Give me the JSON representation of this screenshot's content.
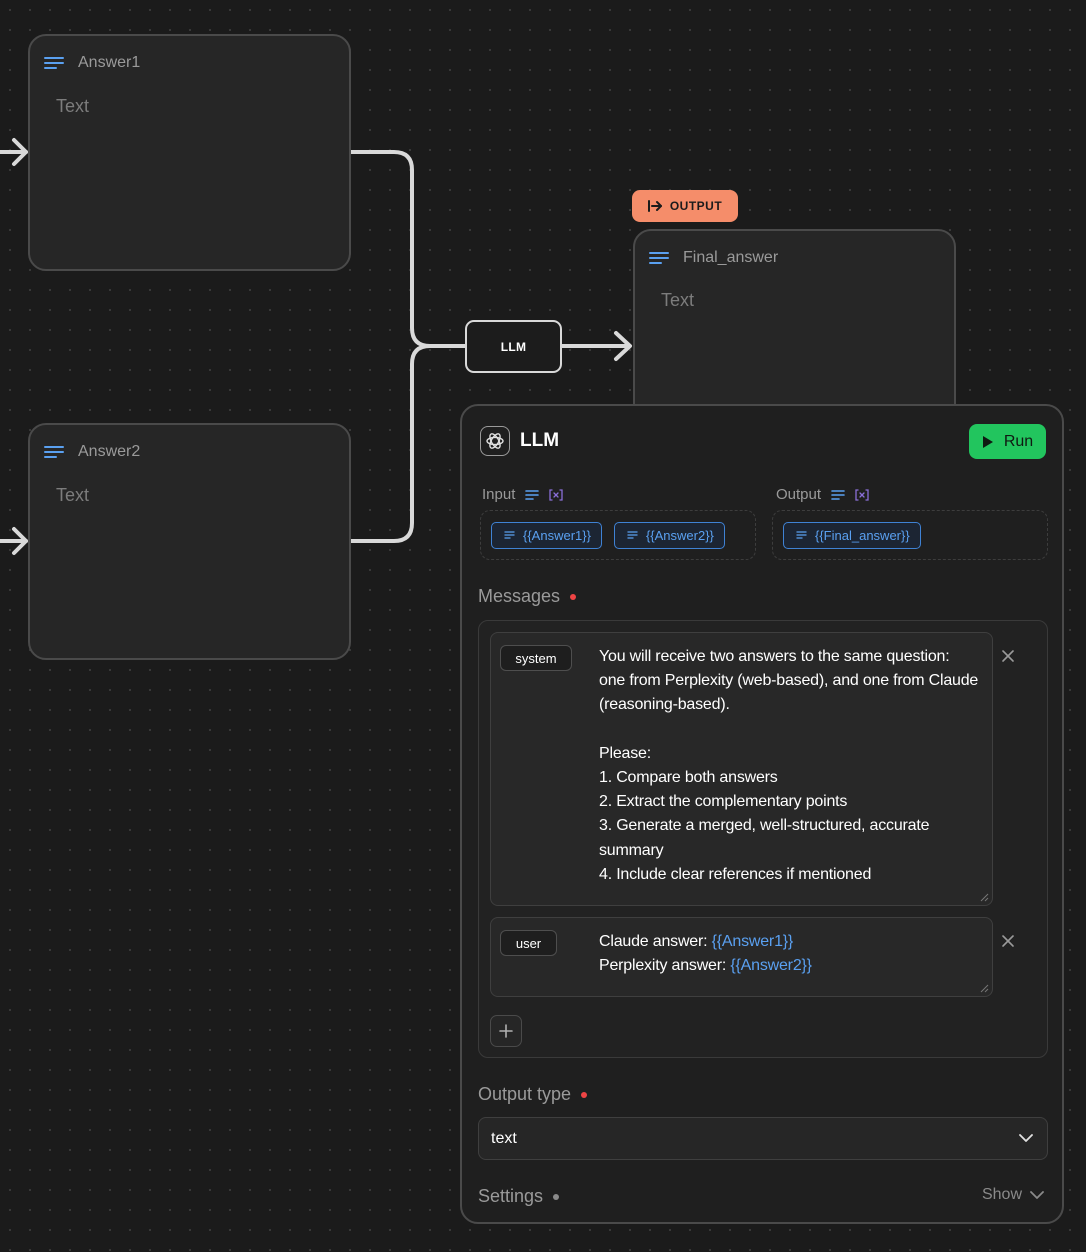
{
  "canvas": {
    "nodes": [
      {
        "id": "answer1",
        "title": "Answer1",
        "placeholder": "Text"
      },
      {
        "id": "answer2",
        "title": "Answer2",
        "placeholder": "Text"
      },
      {
        "id": "final_answer",
        "title": "Final_answer",
        "placeholder": "Text"
      }
    ],
    "llm_chip": "LLM",
    "output_badge": "OUTPUT"
  },
  "panel": {
    "title": "LLM",
    "run_label": "Run",
    "input_label": "Input",
    "output_label": "Output",
    "inputs": [
      "{{Answer1}}",
      "{{Answer2}}"
    ],
    "outputs": [
      "{{Final_answer}}"
    ],
    "messages_label": "Messages",
    "messages": [
      {
        "role": "system",
        "text": "You will receive two answers to the same question: one from Perplexity (web-based), and one from Claude (reasoning-based).\n\nPlease:\n1. Compare both answers\n2. Extract the complementary points\n3. Generate a merged, well-structured, accurate summary\n4. Include clear references if mentioned"
      },
      {
        "role": "user",
        "line1_prefix": "Claude answer: ",
        "line1_token": "{{Answer1}}",
        "line2_prefix": "Perplexity answer: ",
        "line2_token": "{{Answer2}}"
      }
    ],
    "output_type_label": "Output type",
    "output_type_value": "text",
    "settings_label": "Settings",
    "settings_toggle": "Show"
  },
  "colors": {
    "accent_blue": "#5aa0f0",
    "run_green": "#22c55e",
    "output_badge": "#f58d6a",
    "required_red": "#ef4444"
  },
  "icons": [
    "text-lines-icon",
    "arrow-right-icon",
    "openai-logo-icon",
    "play-icon",
    "variable-icon",
    "close-icon",
    "plus-icon",
    "chevron-down-icon",
    "output-badge-icon"
  ]
}
